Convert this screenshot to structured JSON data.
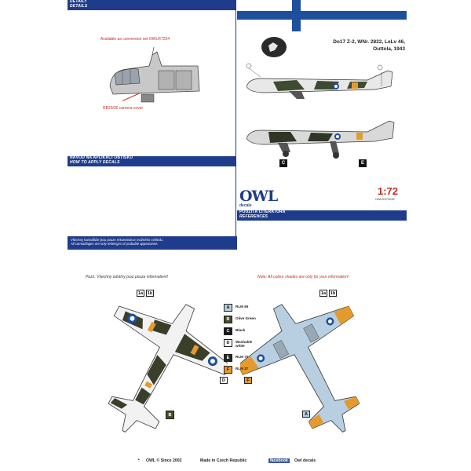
{
  "sheet": {
    "detail_bar": [
      "DETAILY",
      "DETAILS"
    ],
    "conversion_note": "Available as conversion set OWLR7254",
    "camera_label": "RB20/30 camera cover",
    "title": [
      "Do17 Z-2, WNr. 2822, LeLv 46,",
      "Outtola, 1943"
    ],
    "marker_labels": [
      "C",
      "E"
    ],
    "instructions_bar": [
      "NÁVOD NA APLIKACI OBTISKŮ",
      "HOW TO APPLY DECALS"
    ],
    "brand": "OWL",
    "brand_sub": "decals",
    "scale": "1:72",
    "product_code": "OWLDS72045",
    "references_bar": [
      "POUŽITÁ LITERATURA",
      "REFERENCES"
    ],
    "note_cz": "Všechny kamufláže jsou pouze rekonstrukce možného vzhledu.",
    "note_en": "All camouflages are only redesigns of probable appearance.",
    "flag_colors": {
      "blue": "#1d4f9c",
      "white": "#ffffff"
    }
  },
  "guide": {
    "note_cz": "Pozn. Všechny odstíny jsou pouze informativní!",
    "note_en": "Note: All colour shades are only for your information!",
    "colors": [
      {
        "key": "A",
        "name": "RLM 65",
        "hex": "#b7cfe0",
        "text": "#111"
      },
      {
        "key": "B",
        "name": "Olive Green",
        "hex": "#4a4a2c",
        "text": "#fff"
      },
      {
        "key": "C",
        "name": "Black",
        "hex": "#1a1a1a",
        "text": "#fff"
      },
      {
        "key": "D",
        "name": "Washable white",
        "hex": "#ffffff",
        "text": "#111"
      },
      {
        "key": "E",
        "name": "RLM 70",
        "hex": "#222820",
        "text": "#fff"
      },
      {
        "key": "F",
        "name": "RLM 27",
        "hex": "#e59a2c",
        "text": "#111"
      }
    ],
    "view_markers": {
      "top": [
        "B",
        "D"
      ],
      "bottom": [
        "F",
        "A"
      ]
    },
    "decal_tags": [
      "1a",
      "1b"
    ]
  },
  "footer": {
    "copyright": "OWL © Since 2002",
    "made_in": "Made in Czech Republic",
    "facebook": "facebook",
    "page": "Owl decals"
  }
}
